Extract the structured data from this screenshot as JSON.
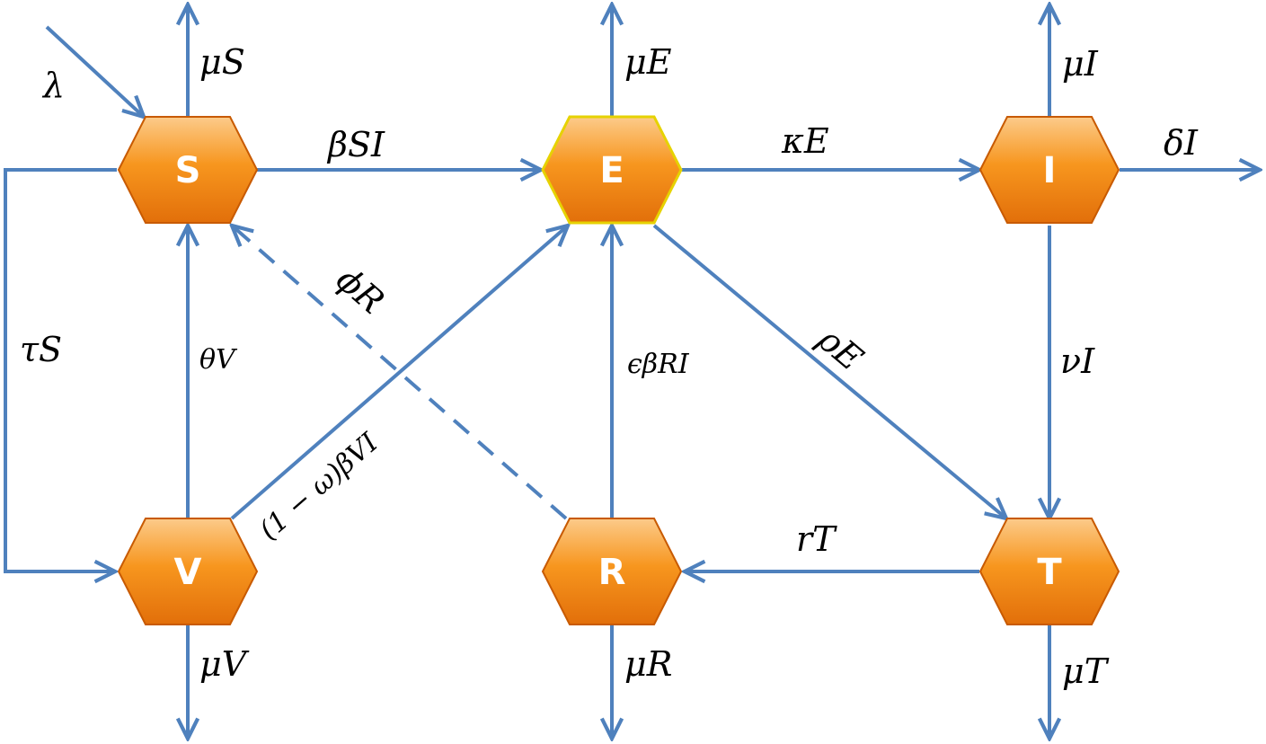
{
  "colors": {
    "arrow": "#4f81bd",
    "node_fill_light": "#fbb45b",
    "node_fill_dark": "#e8720c",
    "node_stroke": "#c85a00",
    "node_E_stroke": "#e6d200",
    "label_text": "#ffffff",
    "rate_text": "#000000"
  },
  "nodes": {
    "S": "S",
    "E": "E",
    "I": "I",
    "V": "V",
    "R": "R",
    "T": "T"
  },
  "rates": {
    "lambda": "λ",
    "mu_S": "μS",
    "beta_SI": "βSI",
    "mu_E": "μE",
    "kappa_E": "κE",
    "mu_I": "μI",
    "delta_I": "δI",
    "tau_S": "τS",
    "theta_V": "θV",
    "phi_R": "ϕR",
    "one_minus_omega_beta_VI": "(1 − ω)βVI",
    "epsilon_beta_RI": "ϵβRI",
    "rho_E": "ρE",
    "nu_I": "νI",
    "r_T": "rT",
    "mu_V": "μV",
    "mu_R": "μR",
    "mu_T": "μT"
  }
}
